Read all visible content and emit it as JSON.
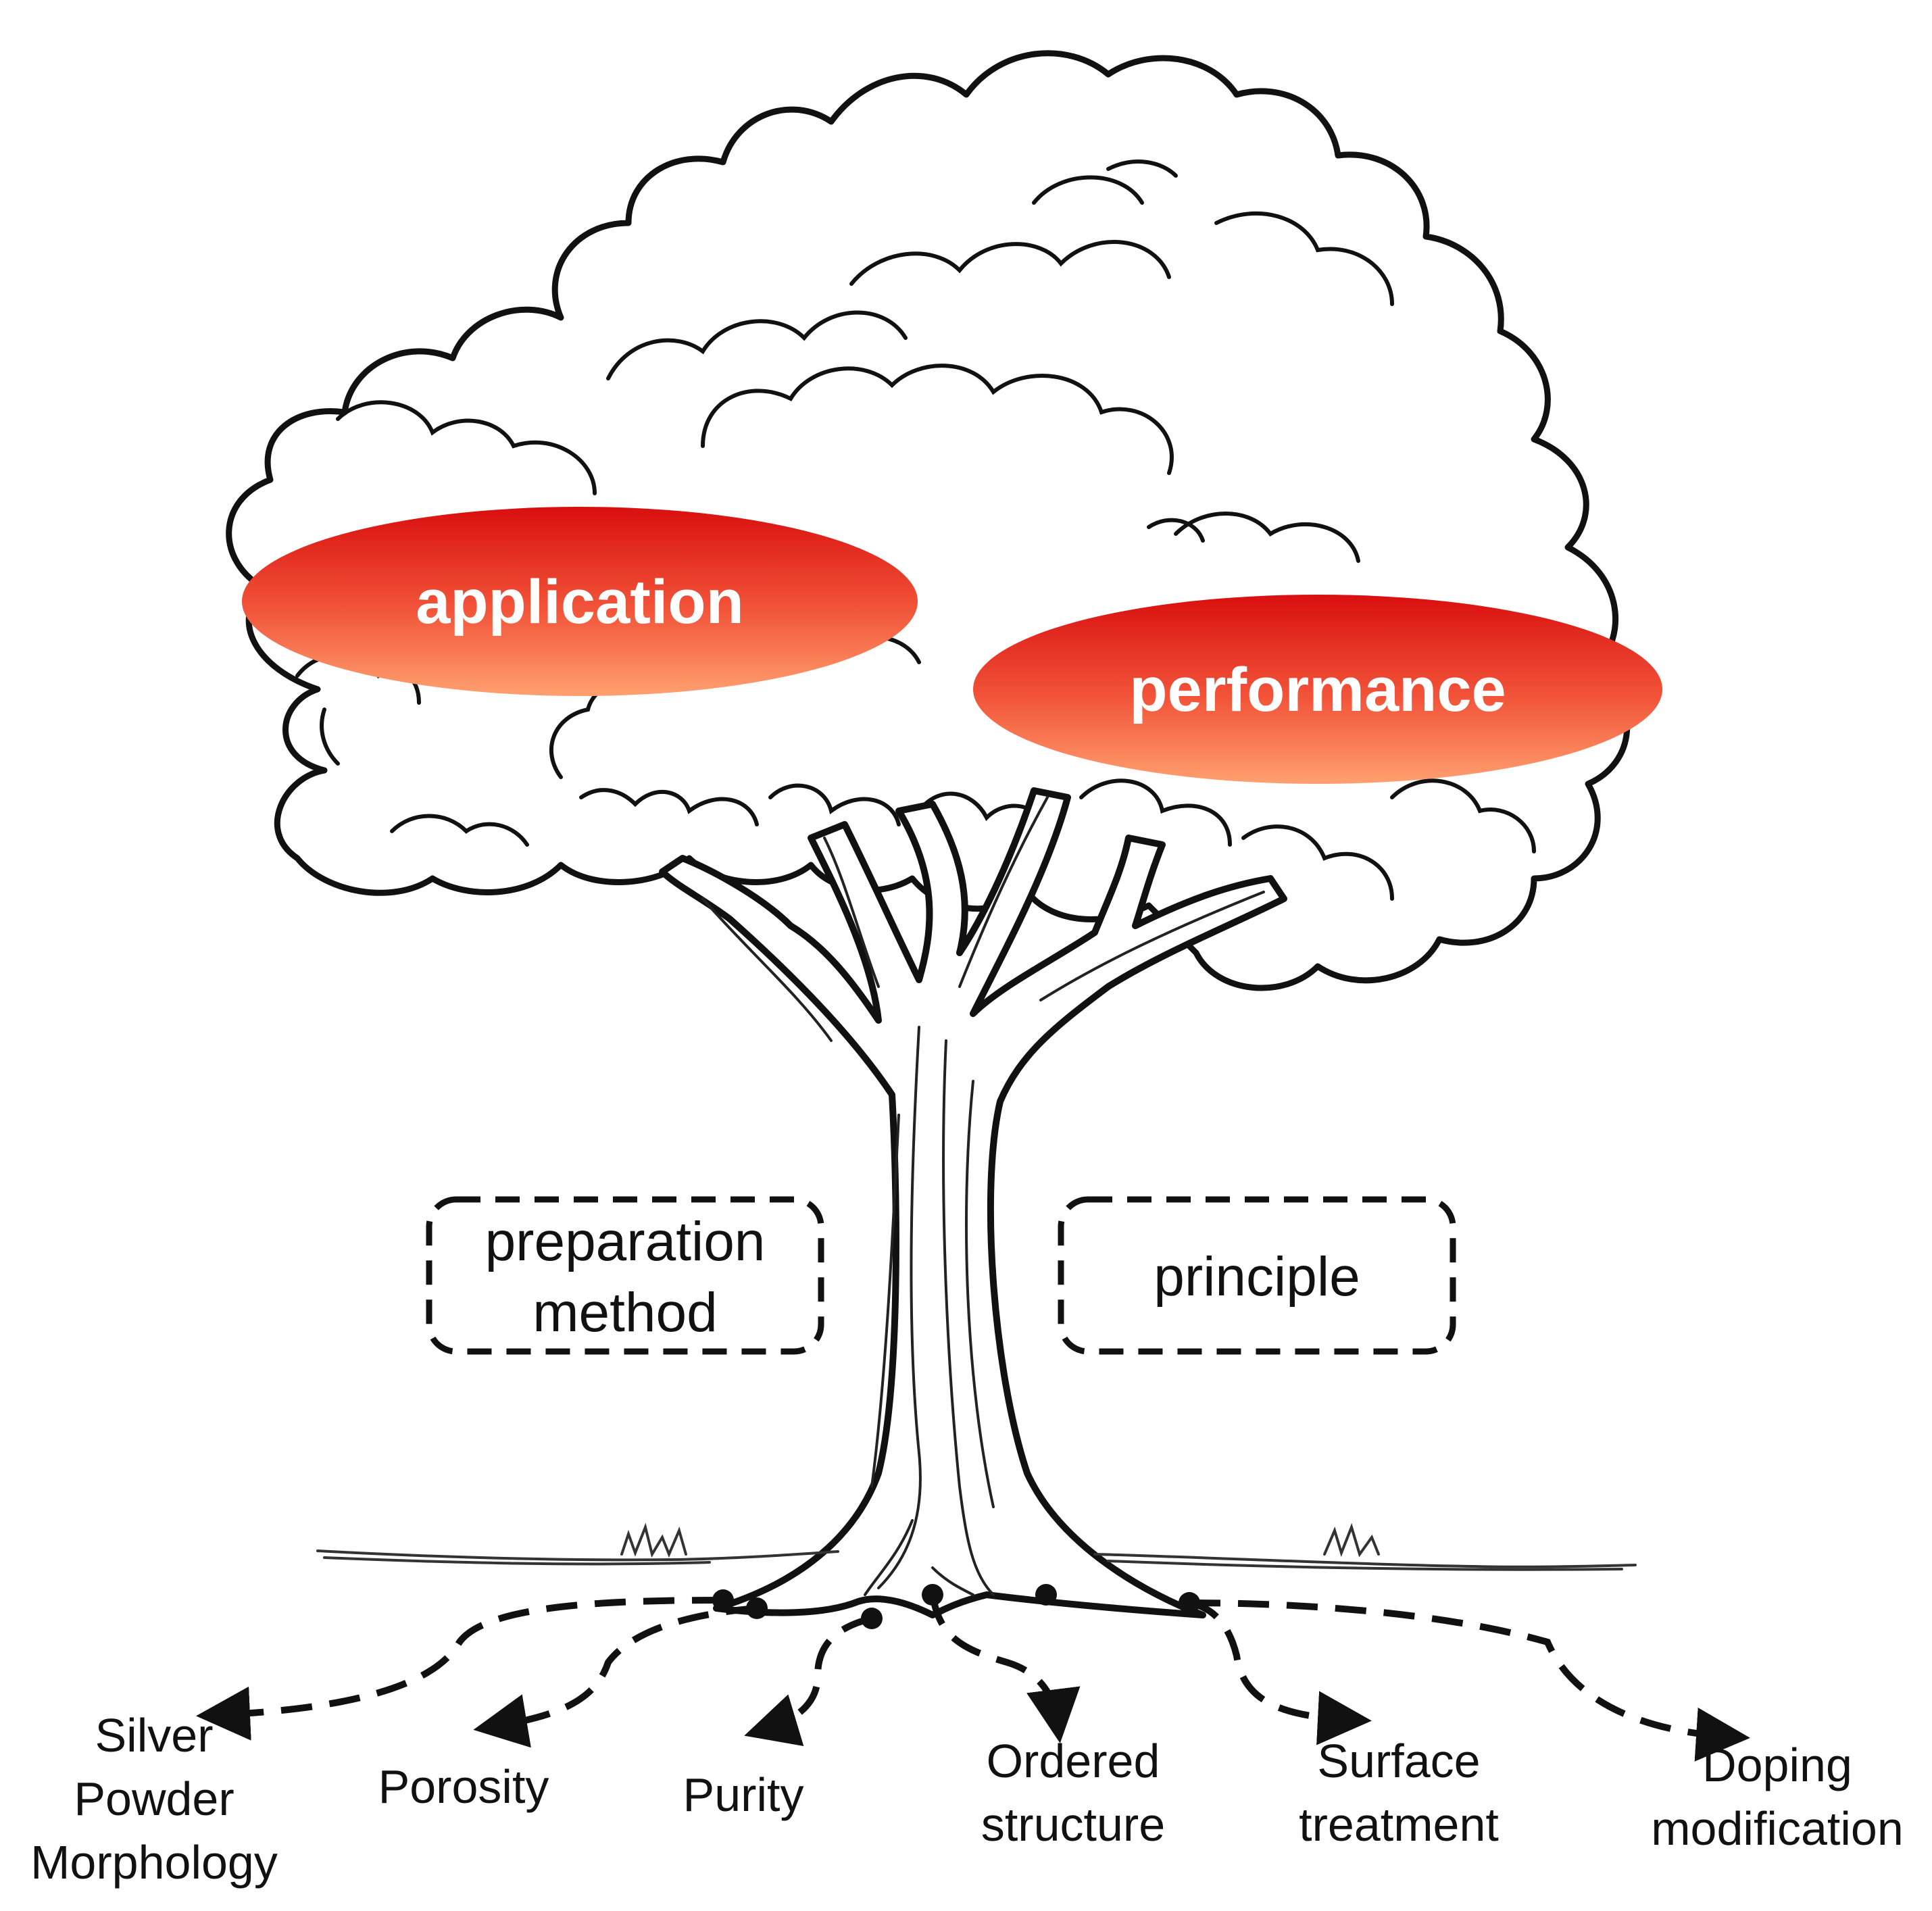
{
  "canopy_labels": {
    "application": "application",
    "performance": "performance"
  },
  "trunk_labels": {
    "preparation_line1": "preparation",
    "preparation_line2": "method",
    "principle": "principle"
  },
  "roots": {
    "silver": [
      "Silver",
      "Powder",
      "Morphology"
    ],
    "porosity": [
      "Porosity"
    ],
    "purity": [
      "Purity"
    ],
    "ordered": [
      "Ordered",
      "structure"
    ],
    "surface": [
      "Surface",
      "treatment"
    ],
    "doping": [
      "Doping",
      "modification"
    ]
  },
  "colors": {
    "oval_top": "#d90f0f",
    "oval_bottom": "#ffa070",
    "line": "#111111"
  }
}
